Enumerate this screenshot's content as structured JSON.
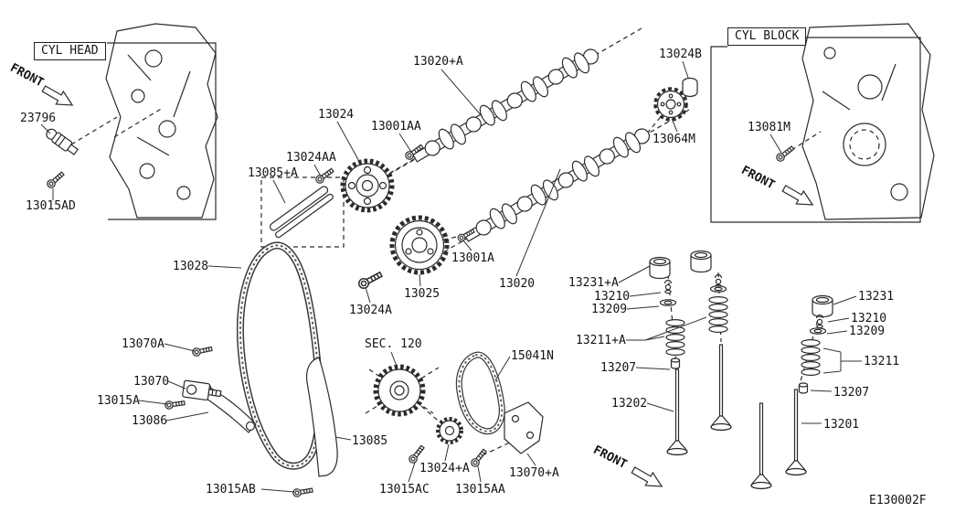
{
  "drawing": {
    "code": "E130002F",
    "section_ref": "SEC. 120",
    "front_label": "FRONT"
  },
  "regions": {
    "cyl_head": "CYL HEAD",
    "cyl_block": "CYL BLOCK"
  },
  "parts": {
    "n23796": "23796",
    "n13015AD": "13015AD",
    "n13020pA": "13020+A",
    "n13024": "13024",
    "n13001AA": "13001AA",
    "n13024B": "13024B",
    "n13064M": "13064M",
    "n13081M": "13081M",
    "n13024AA": "13024AA",
    "n13085pA": "13085+A",
    "n13028": "13028",
    "n13024A": "13024A",
    "n13025": "13025",
    "n13001A": "13001A",
    "n13020": "13020",
    "n13231pA": "13231+A",
    "n13210c": "13210",
    "n13209c": "13209",
    "n13211pA": "13211+A",
    "n13207c": "13207",
    "n13202": "13202",
    "n13231": "13231",
    "n13210r": "13210",
    "n13209r": "13209",
    "n13211": "13211",
    "n13207r": "13207",
    "n13201": "13201",
    "n13070A": "13070A",
    "n13070": "13070",
    "n13015A": "13015A",
    "n13086": "13086",
    "n15041N": "15041N",
    "n13085": "13085",
    "n13015AB": "13015AB",
    "n13024pA": "13024+A",
    "n13015AC": "13015AC",
    "n13015AA": "13015AA",
    "n13070pA": "13070+A"
  }
}
